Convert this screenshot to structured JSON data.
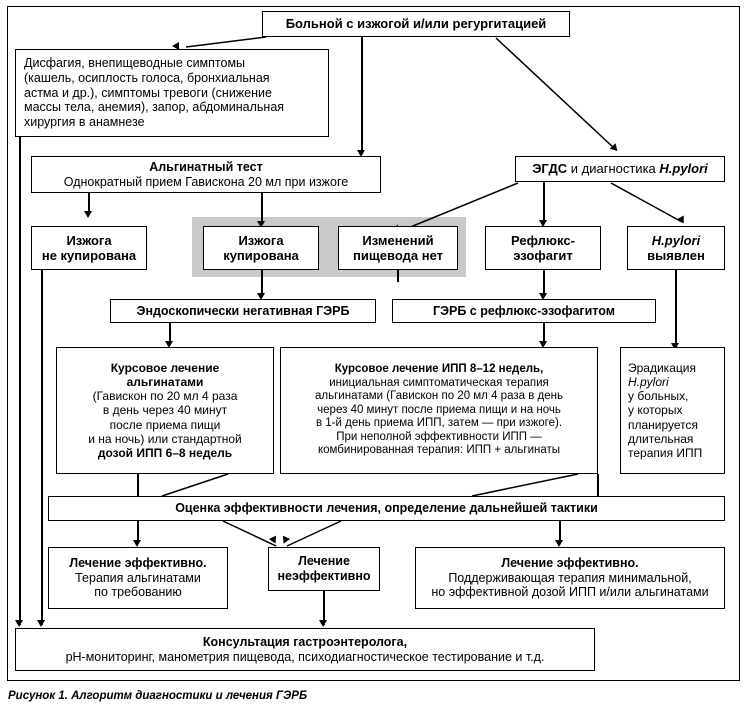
{
  "figure": {
    "caption": "Рисунок 1. Алгоритм диагностики и лечения ГЭРБ",
    "frame_color": "#000000",
    "highlight_color": "#c9c9c9"
  },
  "nodes": {
    "patient": {
      "lines": [
        {
          "text": "Больной с изжогой и/или регургитацией",
          "bold": true
        }
      ]
    },
    "alarm_symptoms": {
      "lines": [
        {
          "text": "Дисфагия, внепищеводные симптомы",
          "bold": false
        },
        {
          "text": "(кашель, осиплость голоса, бронхиальная",
          "bold": false
        },
        {
          "text": "астма и др.), симптомы тревоги (снижение",
          "bold": false
        },
        {
          "text": "массы тела, анемия), запор, абдоминальная",
          "bold": false
        },
        {
          "text": "хирургия в анамнезе",
          "bold": false
        }
      ]
    },
    "alginate_test": {
      "lines": [
        {
          "text": "Альгинатный тест",
          "bold": true
        },
        {
          "text": "Однократный прием Гавискона 20 мл при изжоге",
          "bold": false
        }
      ]
    },
    "egds": {
      "lines": [
        {
          "text": "ЭГДС и диагностика H.pylori",
          "bold": true
        }
      ]
    },
    "heartburn_not_relieved": {
      "lines": [
        {
          "text": "Изжога",
          "bold": true
        },
        {
          "text": "не купирована",
          "bold": true
        }
      ]
    },
    "heartburn_relieved": {
      "lines": [
        {
          "text": "Изжога",
          "bold": true
        },
        {
          "text": "купирована",
          "bold": true
        }
      ]
    },
    "no_esophageal_changes": {
      "lines": [
        {
          "text": "Изменений",
          "bold": true
        },
        {
          "text": "пищевода нет",
          "bold": true
        }
      ]
    },
    "reflux_esophagitis": {
      "lines": [
        {
          "text": "Рефлюкс-",
          "bold": true
        },
        {
          "text": "эзофагит",
          "bold": true
        }
      ]
    },
    "hpylori_detected": {
      "lines": [
        {
          "text": "H.pylori",
          "bold": true
        },
        {
          "text": "выявлен",
          "bold": true
        }
      ]
    },
    "nerd": {
      "lines": [
        {
          "text": "Эндоскопически негативная ГЭРБ",
          "bold": true
        }
      ]
    },
    "gerd_with_esophagitis": {
      "lines": [
        {
          "text": "ГЭРБ с рефлюкс-эзофагитом",
          "bold": true
        }
      ]
    },
    "alginate_course": {
      "lines": [
        {
          "text": "Курсовое лечение",
          "bold": true
        },
        {
          "text": "альгинатами",
          "bold": true
        },
        {
          "text": "(Гавискон по 20 мл 4 раза",
          "bold": false
        },
        {
          "text": "в день через 40 минут",
          "bold": false
        },
        {
          "text": "после приема пищи",
          "bold": false
        },
        {
          "text": "и на ночь) или стандартной",
          "bold": false
        },
        {
          "text": "дозой ИПП 6–8 недель",
          "bold": true
        }
      ]
    },
    "ppi_course": {
      "lines": [
        {
          "text": "Курсовое лечение ИПП 8–12 недель,",
          "bold": true
        },
        {
          "text": "инициальная симптоматическая терапия",
          "bold": false
        },
        {
          "text": "альгинатами (Гавискон по 20 мл 4 раза в день",
          "bold": false
        },
        {
          "text": "через 40 минут после приема пищи и на ночь",
          "bold": false
        },
        {
          "text": "в 1-й день приема ИПП, затем — при изжоге).",
          "bold": false
        },
        {
          "text": "При неполной эффективности ИПП —",
          "bold": false
        },
        {
          "text": "комбинированная терапия: ИПП + альгинаты",
          "bold": false
        }
      ]
    },
    "eradication": {
      "lines": [
        {
          "text": "Эрадикация",
          "bold": false
        },
        {
          "text": "H.pylori",
          "bold": false
        },
        {
          "text": "у больных,",
          "bold": false
        },
        {
          "text": "у которых",
          "bold": false
        },
        {
          "text": "планируется",
          "bold": false
        },
        {
          "text": "длительная",
          "bold": false
        },
        {
          "text": "терапия ИПП",
          "bold": false
        }
      ]
    },
    "evaluation": {
      "lines": [
        {
          "text": "Оценка эффективности лечения, определение дальнейшей тактики",
          "bold": true
        }
      ]
    },
    "effective_left": {
      "lines": [
        {
          "text": "Лечение эффективно.",
          "bold": true
        },
        {
          "text": "Терапия альгинатами",
          "bold": false
        },
        {
          "text": "по требованию",
          "bold": false
        }
      ]
    },
    "ineffective": {
      "lines": [
        {
          "text": "Лечение",
          "bold": true
        },
        {
          "text": "неэффективно",
          "bold": true
        }
      ]
    },
    "effective_right": {
      "lines": [
        {
          "text": "Лечение эффективно.",
          "bold": true
        },
        {
          "text": "Поддерживающая терапия минимальной,",
          "bold": false
        },
        {
          "text": "но эффективной дозой ИПП и/или альгинатами",
          "bold": false
        }
      ]
    },
    "consultation": {
      "lines": [
        {
          "text": "Консультация гастроэнтеролога,",
          "bold": true
        },
        {
          "text": "pH-мониторинг, манометрия пищевода, психодиагностическое тестирование и т.д.",
          "bold": false
        }
      ]
    }
  }
}
